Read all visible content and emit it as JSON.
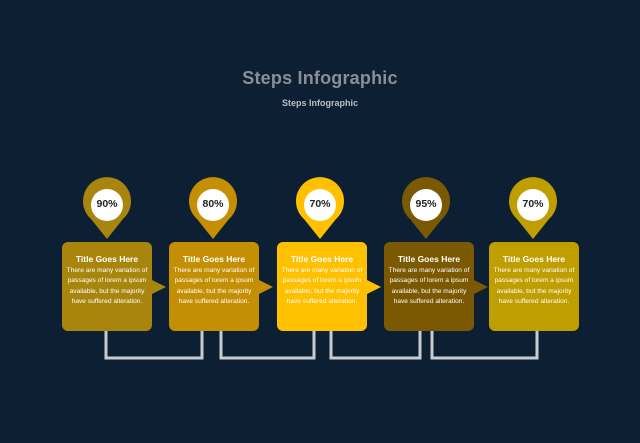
{
  "header": {
    "title": "Steps Infographic",
    "subtitle": "Steps Infographic"
  },
  "steps": [
    {
      "percent": "90%",
      "title": "Title Goes Here",
      "body": "There are many variation of passages of lorem a ipsum available, but the majority have suffered alteration.",
      "color": "#a8860e",
      "pin_color": "#a8860e"
    },
    {
      "percent": "80%",
      "title": "Title Goes Here",
      "body": "There are many variation of passages of lorem a ipsum available, but the majority have suffered alteration.",
      "color": "#c48f04",
      "pin_color": "#c48f04"
    },
    {
      "percent": "70%",
      "title": "Title Goes Here",
      "body": "There are many variation of passages of lorem a ipsum available, but the majority have suffered alteration.",
      "color": "#ffc000",
      "pin_color": "#ffc000"
    },
    {
      "percent": "95%",
      "title": "Title Goes Here",
      "body": "There are many variation of passages of lorem a ipsum available, but the majority have suffered alteration.",
      "color": "#7a5902",
      "pin_color": "#7a5902"
    },
    {
      "percent": "70%",
      "title": "Title Goes Here",
      "body": "There are many variation of passages of lorem a ipsum available, but the majority have suffered alteration.",
      "color": "#bf9e00",
      "pin_color": "#bf9e00"
    }
  ],
  "connector_color": "#c8cbcf",
  "background_color": "#0d2033"
}
